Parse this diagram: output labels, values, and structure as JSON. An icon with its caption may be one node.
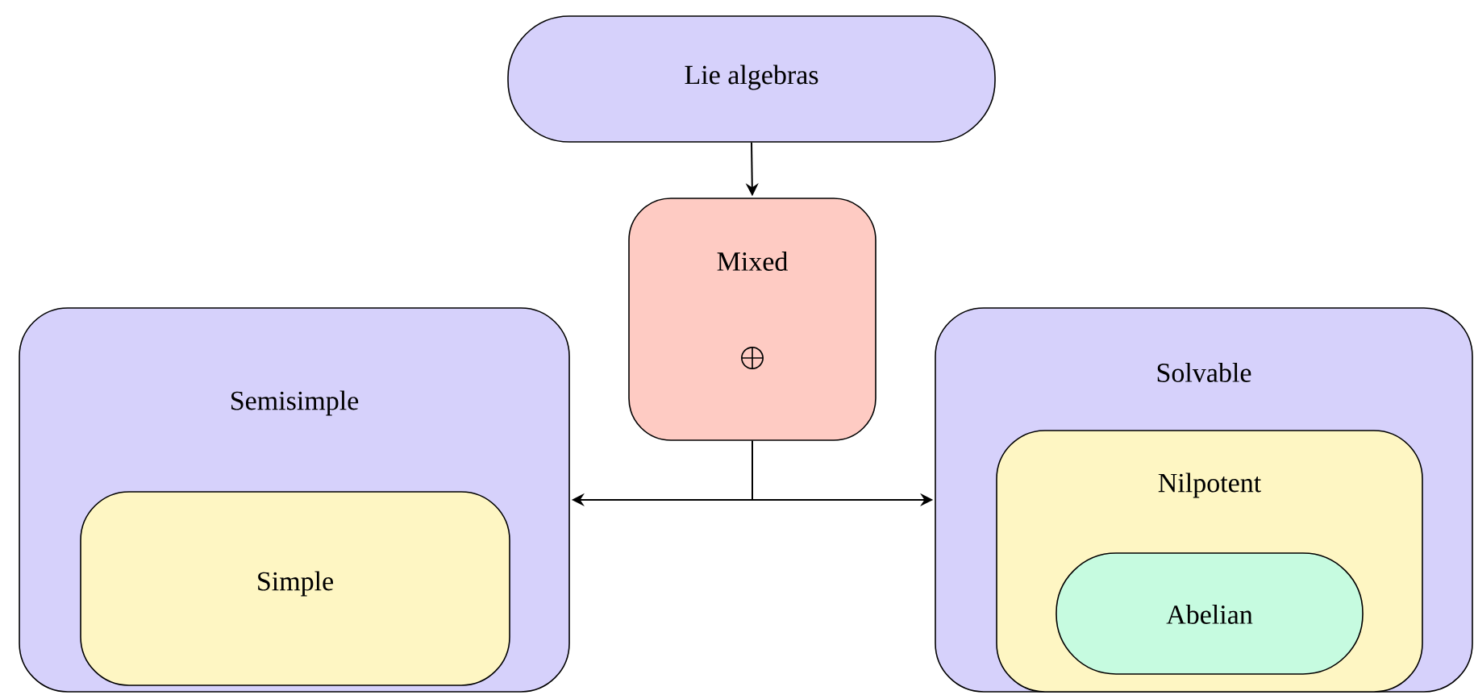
{
  "diagram": {
    "nodes": [
      {
        "text": [
          "Lie algebras"
        ]
      },
      {
        "text": [
          "Mixed",
          "\\bigoplus"
        ]
      },
      {
        "text": [
          "Semisimple"
        ]
      },
      {
        "text": [
          "Simple"
        ],
        "in": 2
      },
      {
        "text": [
          "Solvable"
        ]
      },
      {
        "text": [
          "Nilpotent"
        ],
        "in": 4
      },
      {
        "text": [
          "Abelian"
        ],
        "in": 5
      }
    ],
    "edges": [
      {
        "from": 0,
        "to": 1,
        "arrow": "to"
      },
      {
        "from": 1,
        "to": 2,
        "arrow": "to"
      },
      {
        "from": 1,
        "to": 4,
        "arrow": "to"
      }
    ]
  }
}
